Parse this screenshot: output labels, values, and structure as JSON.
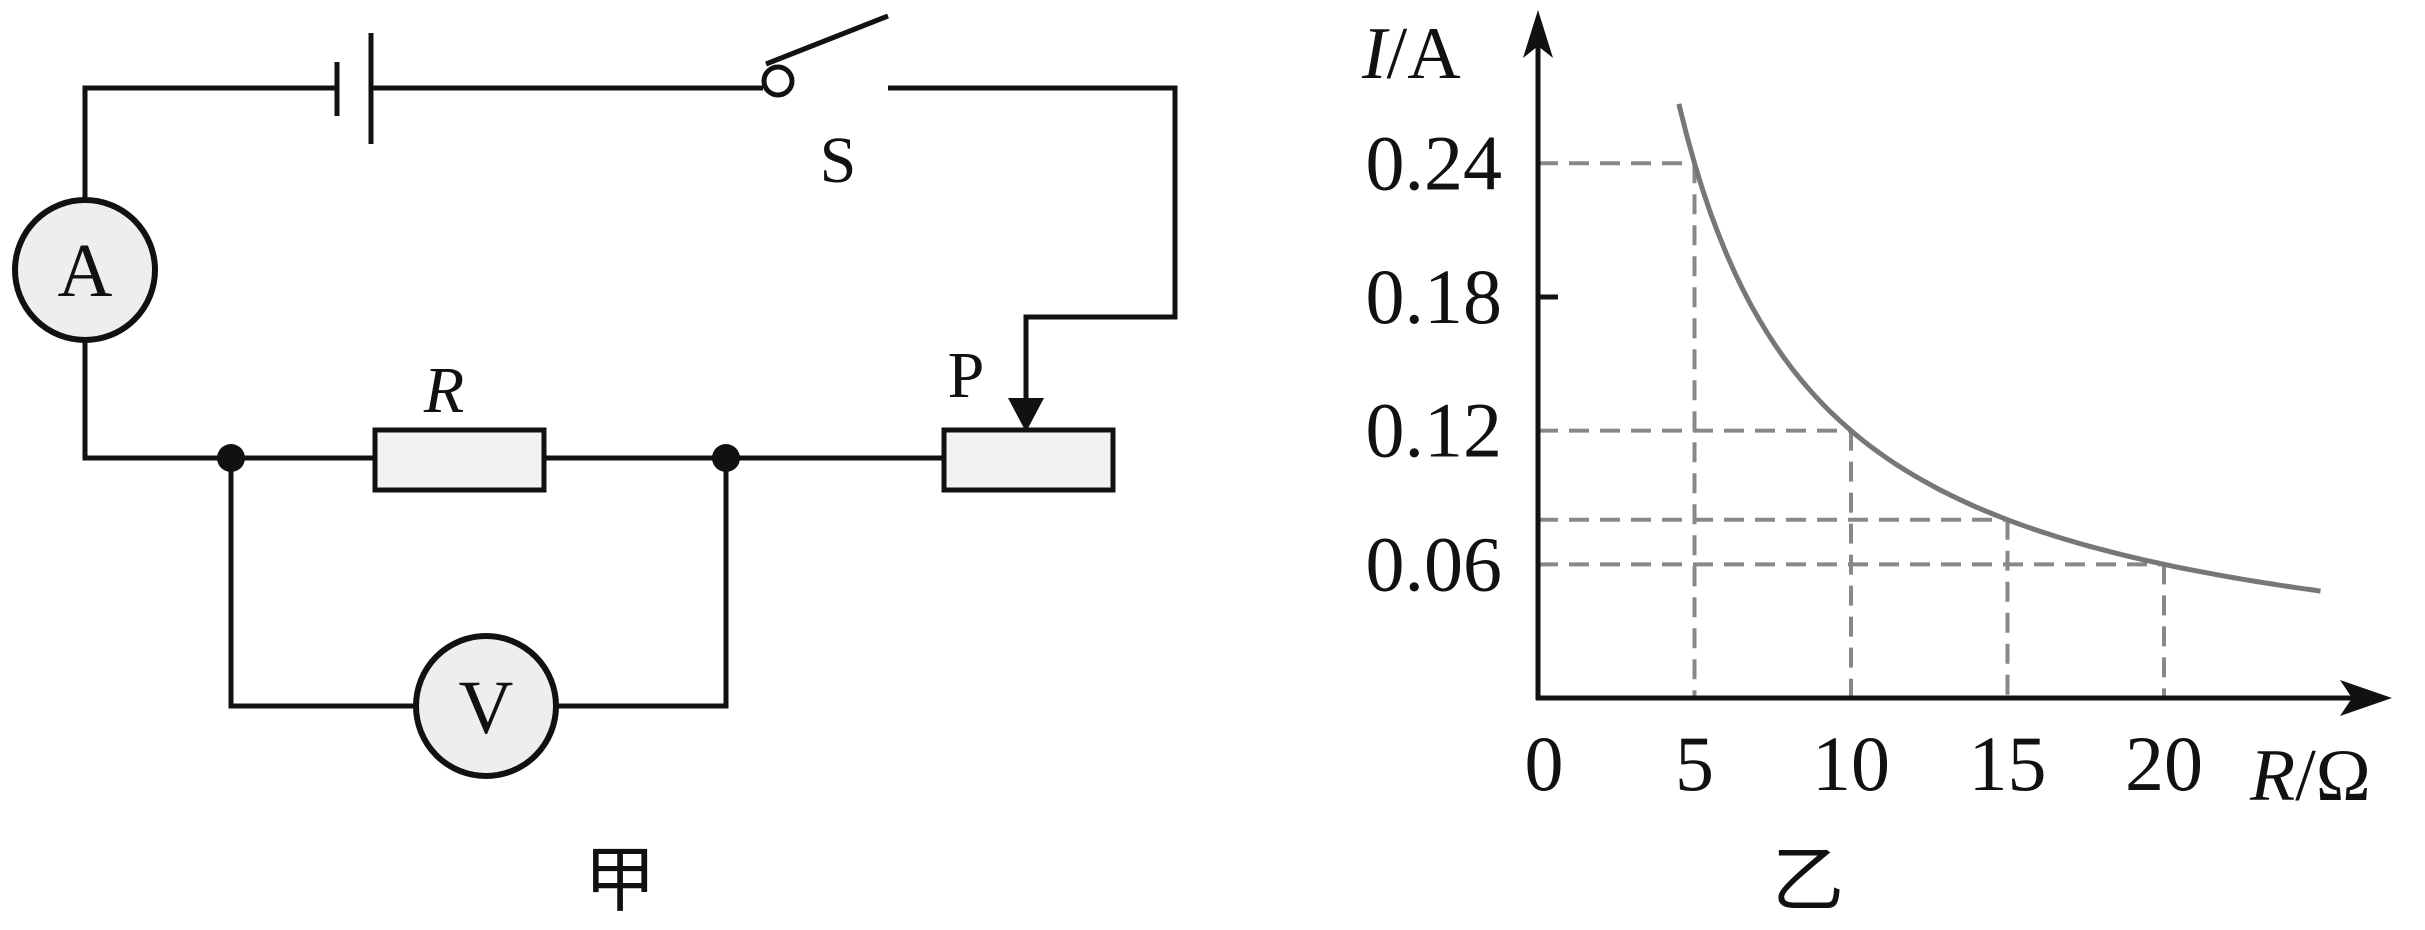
{
  "circuit": {
    "ammeter_label": "A",
    "voltmeter_label": "V",
    "switch_label": "S",
    "resistor_label": "R",
    "slider_label": "P",
    "caption": "甲"
  },
  "graph": {
    "caption": "乙",
    "y_axis_symbol": "I",
    "y_axis_unit": "/A",
    "x_axis_symbol": "R",
    "x_axis_unit": "/Ω",
    "origin_label": "0",
    "y_ticks": [
      "0.24",
      "0.18",
      "0.12",
      "0.06"
    ],
    "x_ticks": [
      "5",
      "10",
      "15",
      "20"
    ]
  },
  "chart_data": {
    "type": "line",
    "points": [
      [
        5,
        0.24
      ],
      [
        10,
        0.12
      ],
      [
        15,
        0.08
      ],
      [
        20,
        0.06
      ]
    ],
    "curve_extent": [
      4.5,
      25
    ],
    "x_ticks": [
      5,
      10,
      15,
      20
    ],
    "y_ticks": [
      0.06,
      0.12,
      0.18,
      0.24
    ],
    "dashed_guides": [
      [
        5,
        0.24
      ],
      [
        10,
        0.12
      ],
      [
        15,
        0.08
      ],
      [
        20,
        0.06
      ]
    ],
    "xlim": [
      0,
      27.5
    ],
    "ylim": [
      0,
      0.29
    ]
  },
  "colors": {
    "ink": "#111111",
    "curve": "#777777",
    "guide": "#888888",
    "meter_fill": "#eeeeee"
  }
}
